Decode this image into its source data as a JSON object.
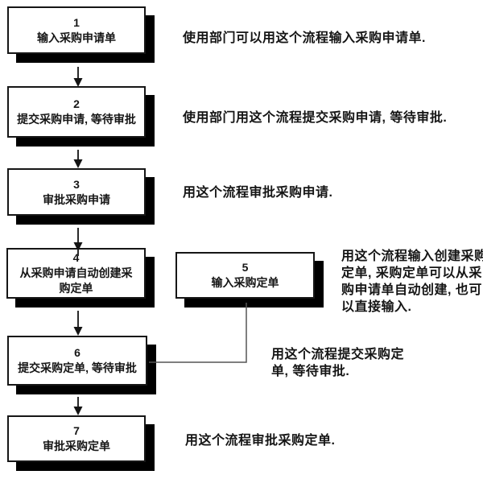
{
  "diagram": {
    "type": "flowchart",
    "language": "zh-CN",
    "boxes": [
      {
        "number": "1",
        "label": "输入采购申请单"
      },
      {
        "number": "2",
        "label": "提交采购申请, 等待审批"
      },
      {
        "number": "3",
        "label": "审批采购申请"
      },
      {
        "number": "4",
        "label": "从采购申请自动创建采购定单"
      },
      {
        "number": "5",
        "label": "输入采购定单"
      },
      {
        "number": "6",
        "label": "提交采购定单, 等待审批"
      },
      {
        "number": "7",
        "label": "审批采购定单"
      }
    ],
    "annotations": [
      {
        "for_step": "1",
        "text": "使用部门可以用这个流程输入采购申请单."
      },
      {
        "for_step": "2",
        "text": "使用部门用这个流程提交采购申请, 等待审批."
      },
      {
        "for_step": "3",
        "text": "用这个流程审批采购申请."
      },
      {
        "for_step": "5",
        "text": "用这个流程输入创建采购定单, 采购定单可以从采购申请单自动创建, 也可以直接输入."
      },
      {
        "for_step": "6",
        "text": "用这个流程提交采购定单, 等待审批."
      },
      {
        "for_step": "7",
        "text": "用这个流程审批采购定单."
      }
    ],
    "connections": [
      "1->2",
      "2->3",
      "3->4",
      "4->6",
      "5->6",
      "6->7"
    ],
    "colors": {
      "box_fill": "#ffffff",
      "box_border": "#161616",
      "shadow": "#000000",
      "text": "#111111",
      "arrow": "#2a2a2a",
      "elbow_line": "#555555",
      "background": "#ffffff"
    }
  }
}
